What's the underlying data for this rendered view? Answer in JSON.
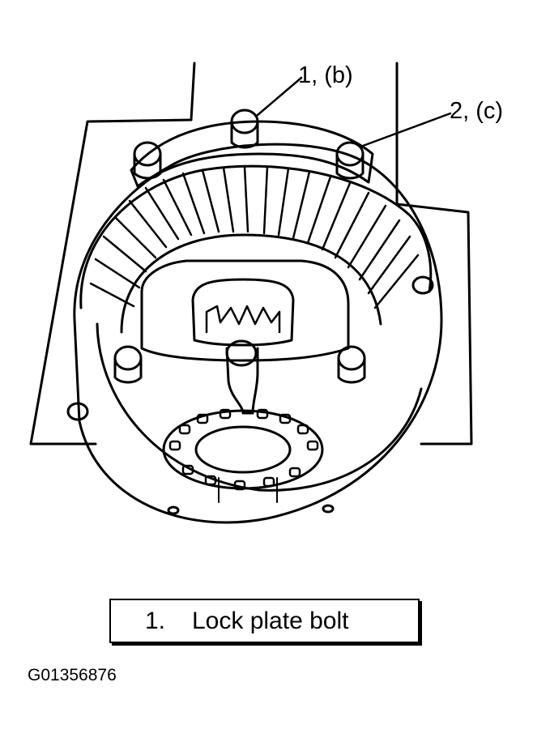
{
  "callouts": [
    {
      "id": "1",
      "text": "1, (b)"
    },
    {
      "id": "2",
      "text": "2, (c)"
    }
  ],
  "legend": {
    "number": "1.",
    "text": "Lock plate bolt"
  },
  "figure_id": "G01356876"
}
